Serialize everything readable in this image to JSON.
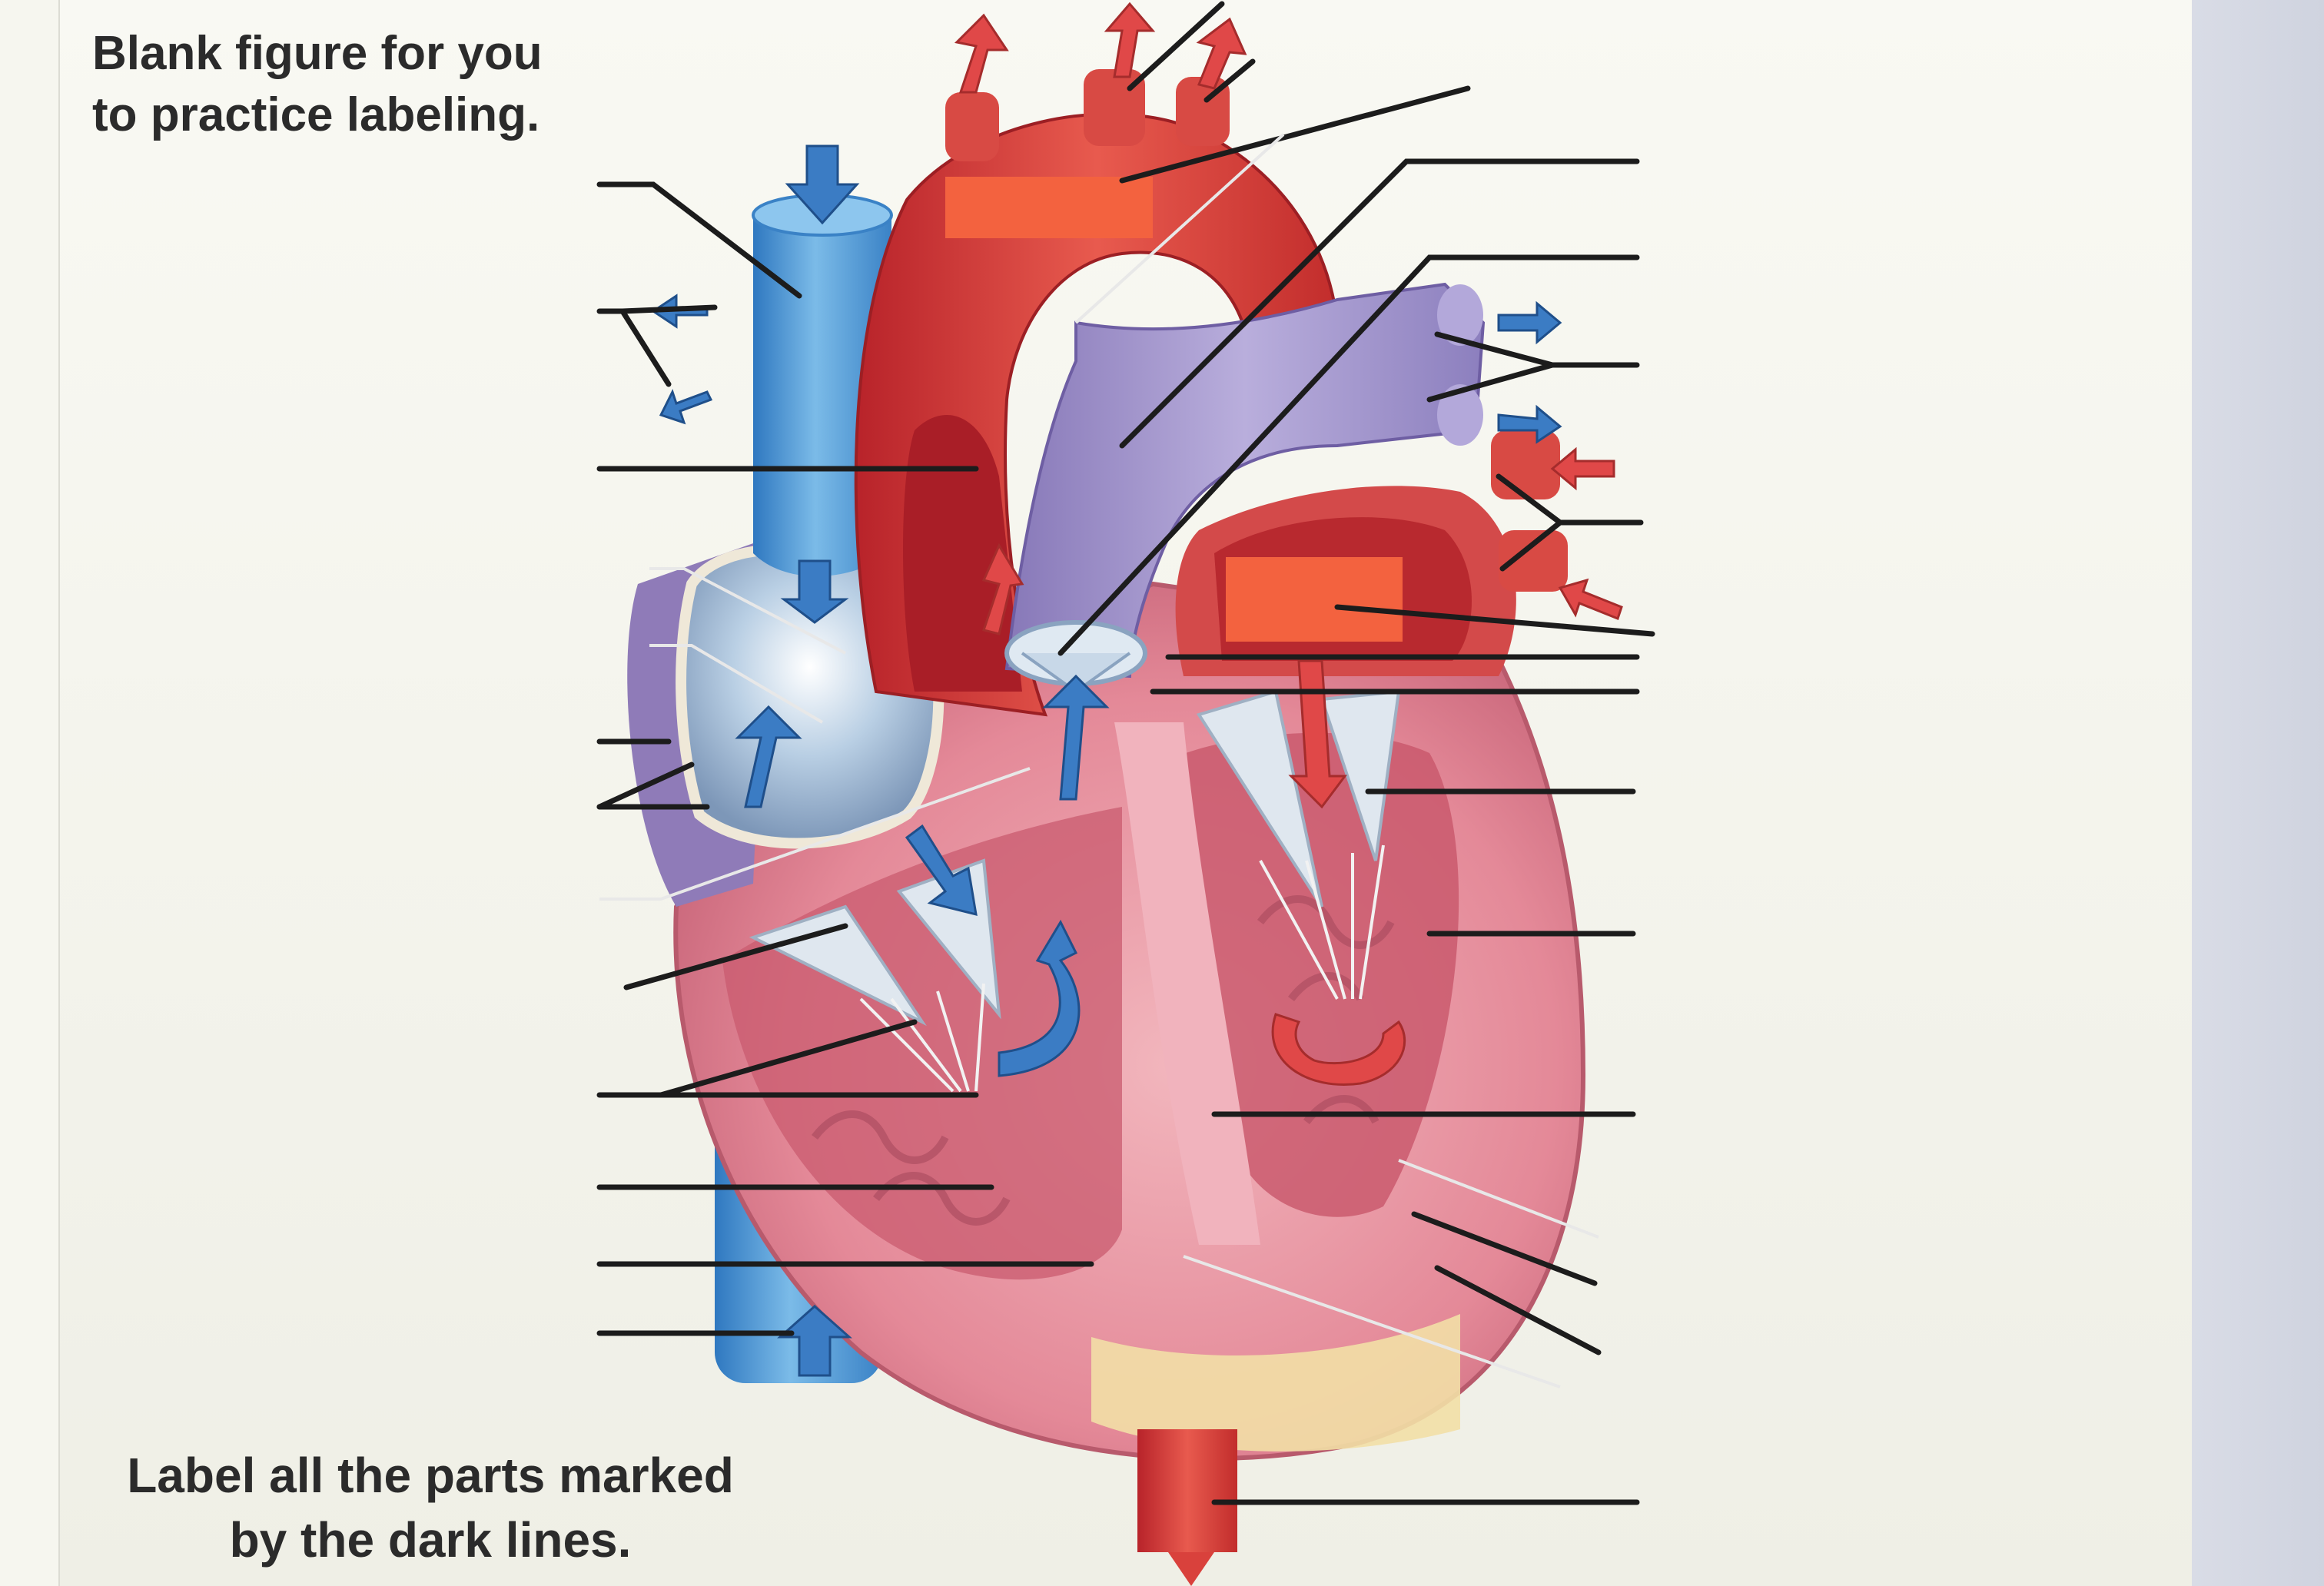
{
  "figure": {
    "title_line1": "Blank figure for you",
    "title_line2": "to practice labeling.",
    "instruction_line1": "Label all the parts marked",
    "instruction_line2": "by the dark lines."
  },
  "colors": {
    "aorta_red": "#d53a36",
    "vein_blue": "#5b9fd6",
    "pulmonary_purple": "#9a8cc8",
    "myocardium_pink": "#e58b9a",
    "label_box": "#f3623f",
    "leader_line": "#1c1c1c",
    "flow_arrow_blue": "#3b7cc4",
    "flow_arrow_red": "#e04848"
  },
  "label_blanks": {
    "left_count": 13,
    "right_count": 14,
    "blank_label_boxes": 2
  }
}
